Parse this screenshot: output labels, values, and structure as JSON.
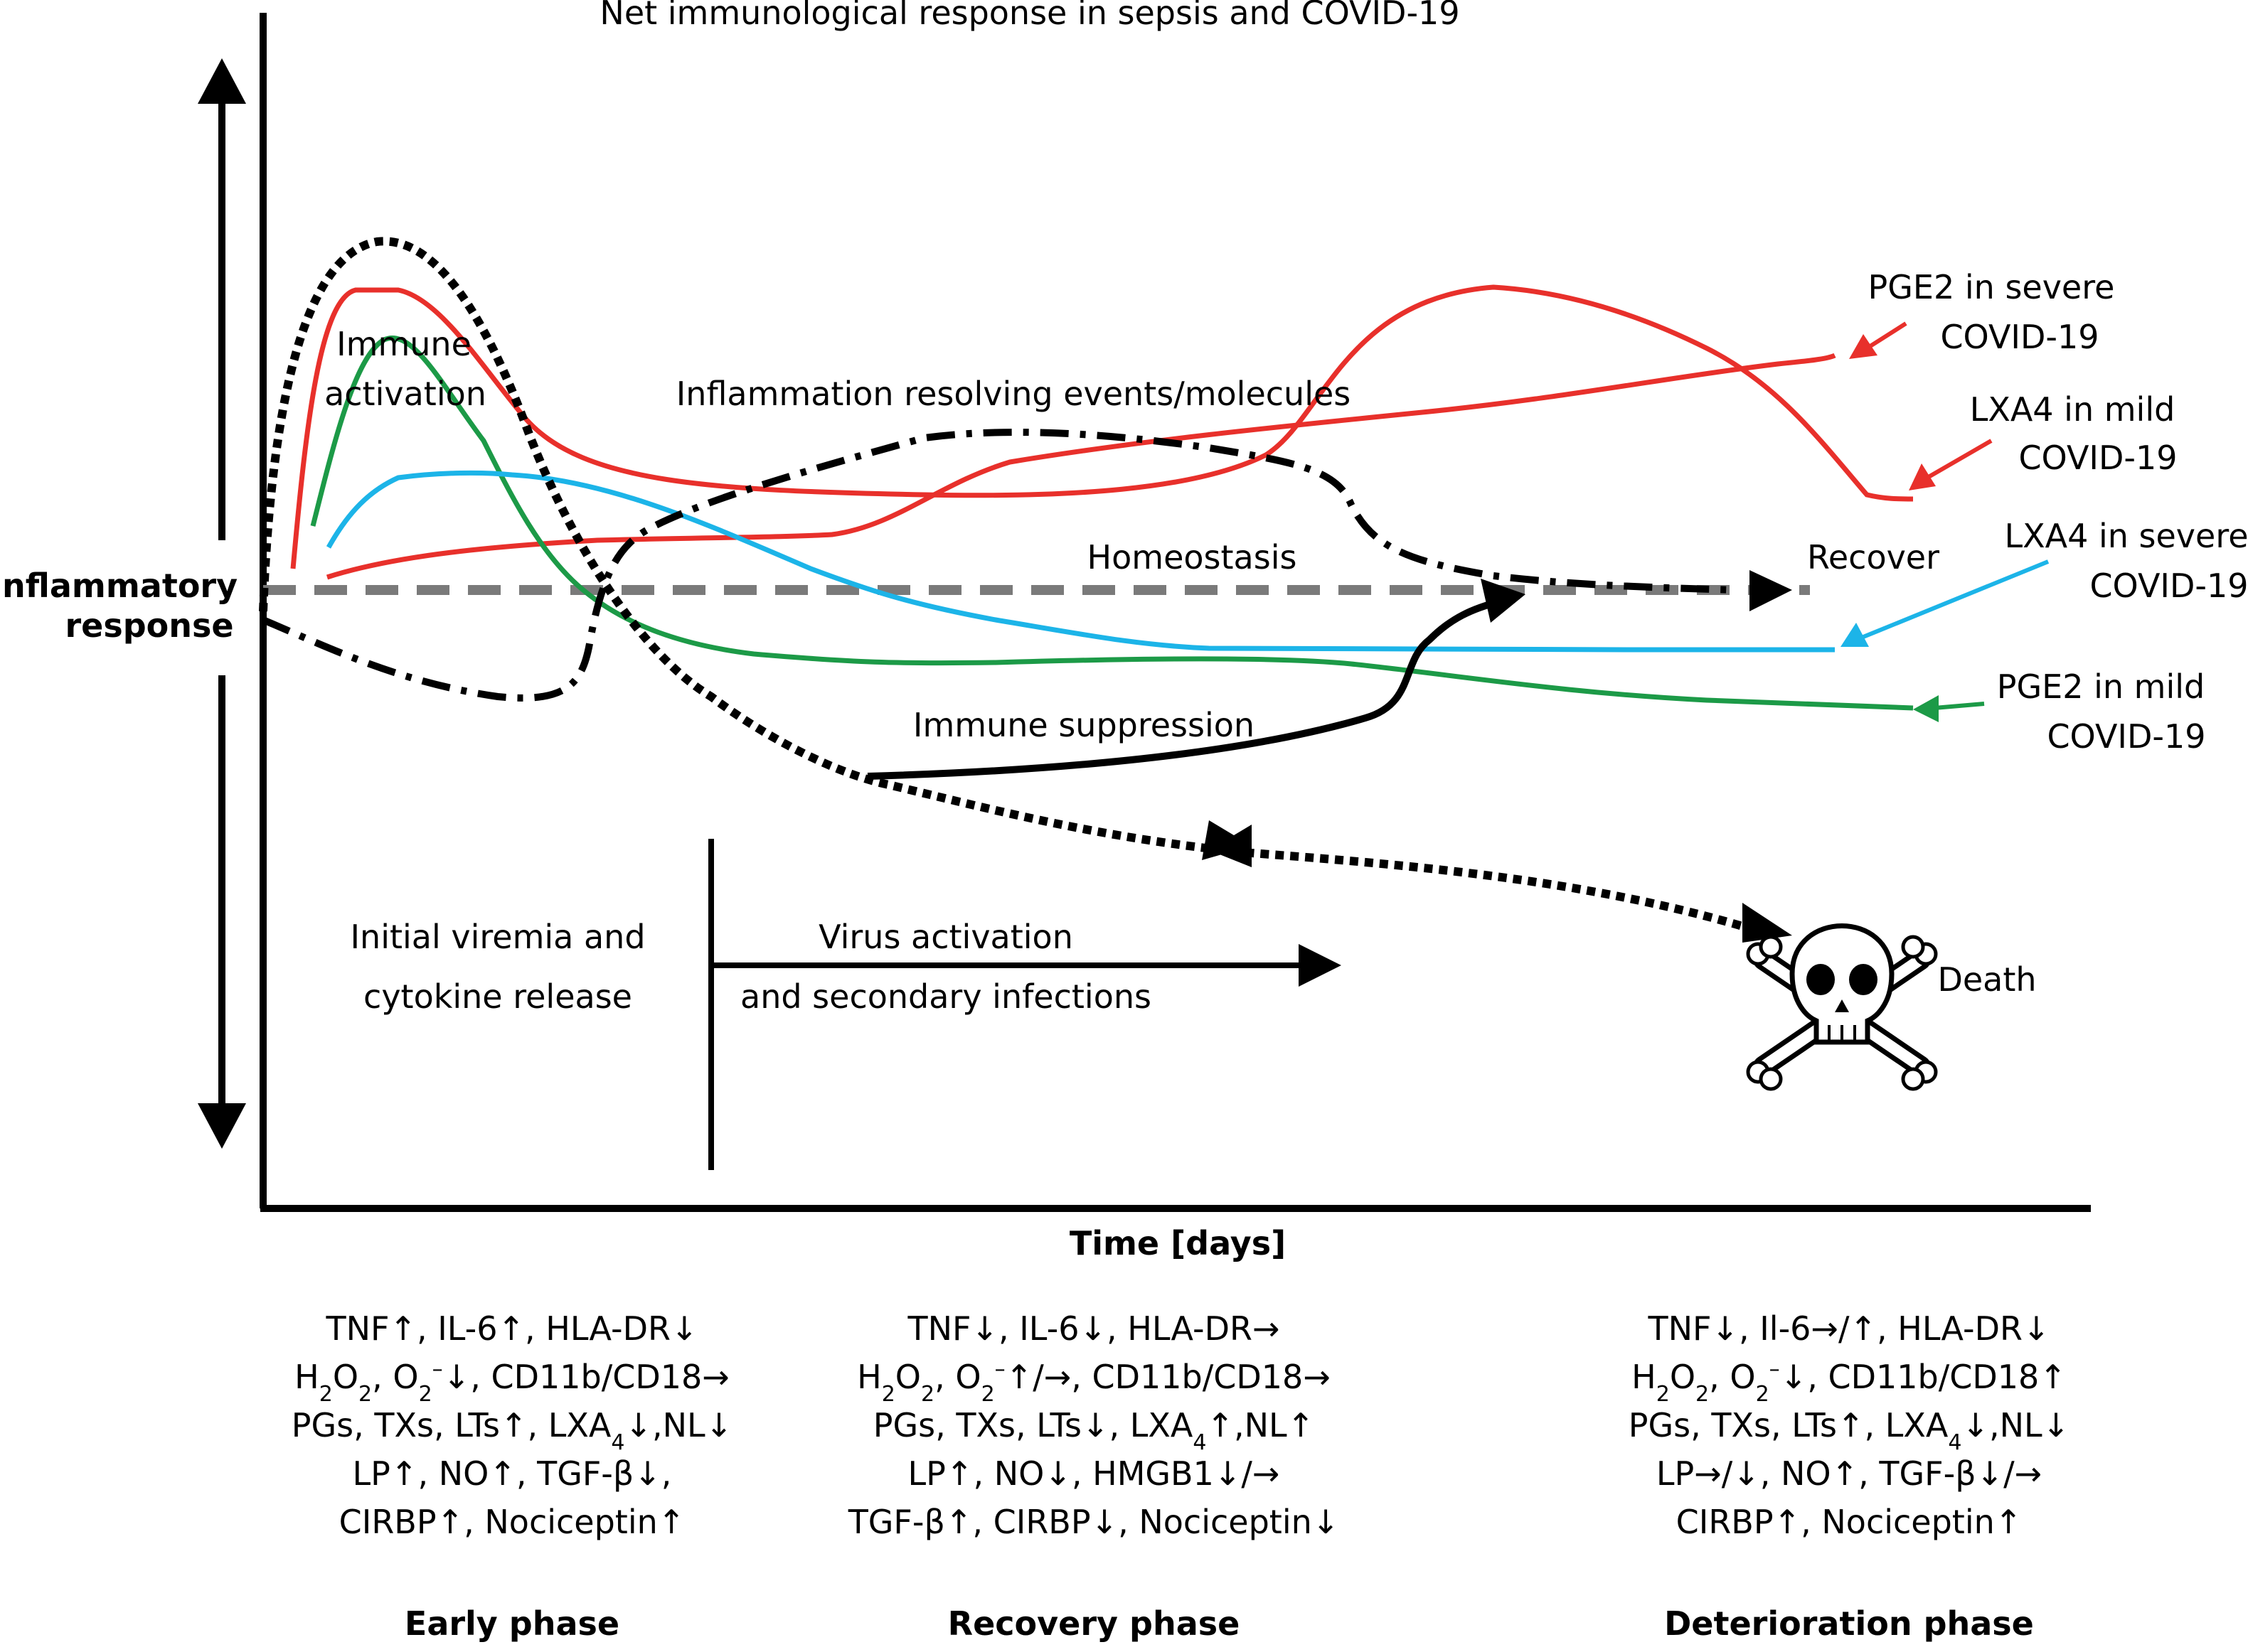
{
  "title": "Net immunological response in sepsis and COVID-19",
  "y_axis_label_line1": "Inflammatory",
  "y_axis_label_line2": "response",
  "x_axis_label": "Time [days]",
  "labels": {
    "immune_activation_1": "Immune",
    "immune_activation_2": "activation",
    "resolving": "Inflammation resolving events/molecules",
    "homeostasis": "Homeostasis",
    "recover": "Recover",
    "immune_suppression": "Immune suppression",
    "initial_viremia_1": "Initial viremia and",
    "initial_viremia_2": "cytokine release",
    "virus_activation_1": "Virus activation",
    "virus_activation_2": "and secondary infections",
    "death": "Death"
  },
  "legend": {
    "pge2_severe_1": "PGE2 in severe",
    "pge2_severe_2": "COVID-19",
    "lxa4_mild_1": "LXA4 in mild",
    "lxa4_mild_2": "COVID-19",
    "lxa4_severe_1": "LXA4 in severe",
    "lxa4_severe_2": "COVID-19",
    "pge2_mild_1": "PGE2 in mild",
    "pge2_mild_2": "COVID-19"
  },
  "colors": {
    "red": "#e8302b",
    "green": "#1c9a47",
    "blue": "#1cb4e8",
    "gray": "#7a7a7a",
    "black": "#000000"
  },
  "phases": {
    "early": {
      "title": "Early phase",
      "lines": [
        [
          "TNF↑, IL-6↑, HLA-DR↓"
        ],
        [
          "H",
          {
            "sub": "2"
          },
          "O",
          {
            "sub": "2"
          },
          ", O",
          {
            "sub": "2"
          },
          {
            "sup": "–"
          },
          "↓, CD11b/CD18→"
        ],
        [
          "PGs, TXs, LTs↑, LXA",
          {
            "sub": "4"
          },
          "↓,NL↓"
        ],
        [
          "LP↑, NO↑, TGF-β↓,"
        ],
        [
          "CIRBP↑, Nociceptin↑"
        ]
      ]
    },
    "recovery": {
      "title": "Recovery phase",
      "lines": [
        [
          "TNF↓, IL-6↓, HLA-DR→"
        ],
        [
          "H",
          {
            "sub": "2"
          },
          "O",
          {
            "sub": "2"
          },
          ", O",
          {
            "sub": "2"
          },
          {
            "sup": "–"
          },
          "↑/→, CD11b/CD18→"
        ],
        [
          "PGs, TXs, LTs↓, LXA",
          {
            "sub": "4"
          },
          "↑,NL↑"
        ],
        [
          "LP↑, NO↓, HMGB1↓/→"
        ],
        [
          "TGF-β↑, CIRBP↓, Nociceptin↓"
        ]
      ]
    },
    "deterioration": {
      "title": "Deterioration phase",
      "lines": [
        [
          "TNF↓, Il-6→/↑, HLA-DR↓"
        ],
        [
          "H",
          {
            "sub": "2"
          },
          "O",
          {
            "sub": "2"
          },
          ", O",
          {
            "sub": "2"
          },
          {
            "sup": "–"
          },
          "↓, CD11b/CD18↑"
        ],
        [
          "PGs, TXs, LTs↑, LXA",
          {
            "sub": "4"
          },
          "↓,NL↓"
        ],
        [
          "LP→/↓, NO↑, TGF-β↓/→"
        ],
        [
          "CIRBP↑, Nociceptin↑"
        ]
      ]
    }
  }
}
